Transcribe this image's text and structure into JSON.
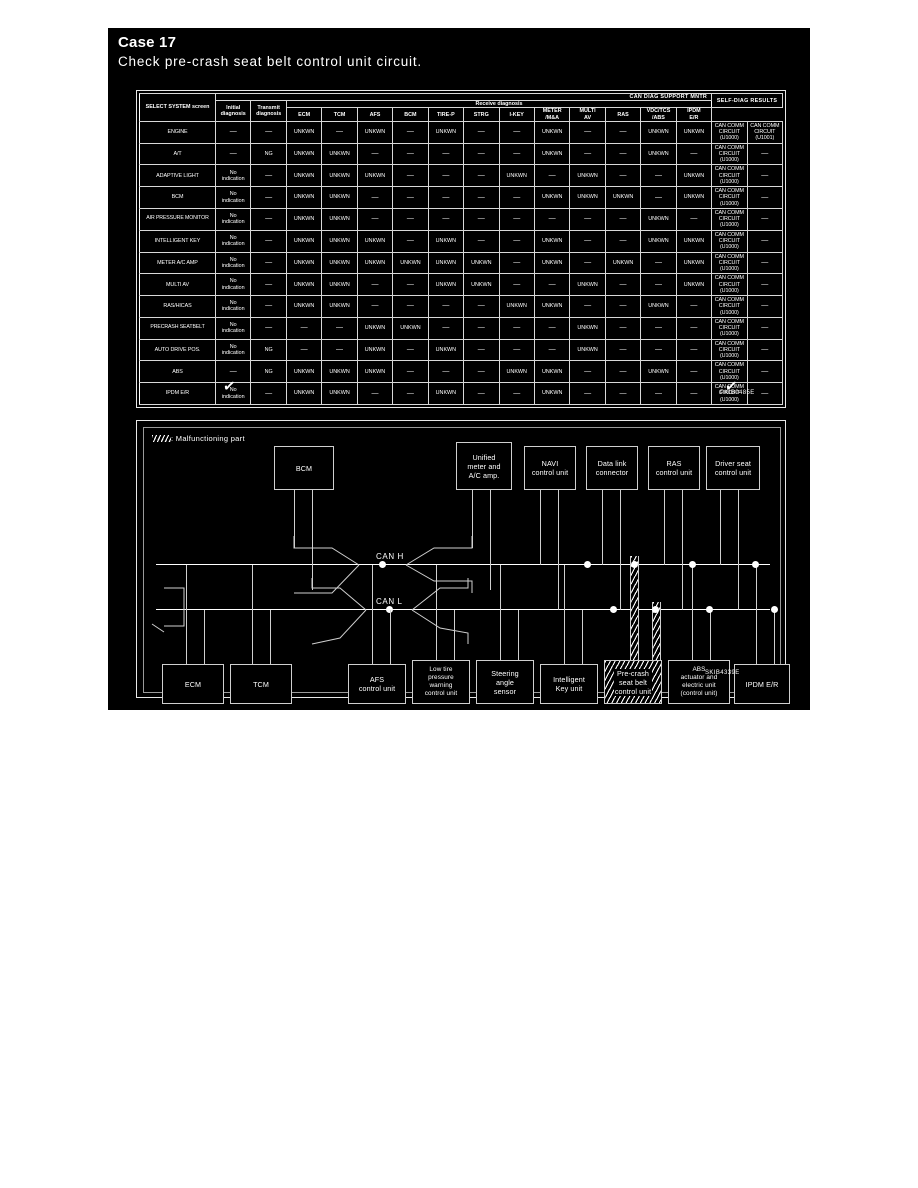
{
  "heading": {
    "case_title": "Case 17",
    "description": "Check pre-crash seat belt control unit circuit."
  },
  "table": {
    "reference_code": "PKIB0485E",
    "headers": {
      "system_col": "SELECT SYSTEM screen",
      "system_col_suffix": "screen",
      "can_diag_support_mntr": "CAN DIAG SUPPORT MNTR",
      "receive_diagnosis": "Receive diagnosis",
      "initial_diagnosis": "Initial diagnosis",
      "transmit_diagnosis": "Transmit diagnosis",
      "self_diag_results": "SELF-DIAG RESULTS",
      "receive_cols": [
        "ECM",
        "TCM",
        "AFS",
        "BCM",
        "TIRE-P",
        "STRG",
        "I-KEY",
        "METER /M&A",
        "MULTI AV",
        "RAS",
        "VDC/TCS /ABS",
        "IPDM E/R"
      ]
    },
    "values": {
      "dash": "—",
      "unknown": "UNKWN",
      "ng": "NG",
      "no_indication": "No indication",
      "can_comm_u1000": "CAN COMM CIRCUIT (U1000)",
      "can_comm_u1001": "CAN COMM CIRCUIT (U1001)"
    },
    "rows": [
      {
        "system": "ENGINE",
        "initial": "—",
        "transmit": "—",
        "receive": [
          "UNKWN",
          "—",
          "UNKWN",
          "—",
          "UNKWN",
          "—",
          "—",
          "UNKWN",
          "—",
          "—",
          "UNKWN",
          "UNKWN"
        ],
        "self_diag_1": "CAN COMM CIRCUIT (U1000)",
        "self_diag_2": "CAN COMM CIRCUIT (U1001)"
      },
      {
        "system": "A/T",
        "initial": "—",
        "transmit": "NG",
        "receive": [
          "UNKWN",
          "UNKWN",
          "—",
          "—",
          "—",
          "—",
          "—",
          "UNKWN",
          "—",
          "—",
          "UNKWN",
          "—"
        ],
        "self_diag_1": "CAN COMM CIRCUIT (U1000)",
        "self_diag_2": "—"
      },
      {
        "system": "ADAPTIVE LIGHT",
        "initial": "No indication",
        "transmit": "—",
        "receive": [
          "UNKWN",
          "UNKWN",
          "UNKWN",
          "—",
          "—",
          "—",
          "UNKWN",
          "—",
          "UNKWN",
          "—",
          "—",
          "UNKWN"
        ],
        "self_diag_1": "CAN COMM CIRCUIT (U1000)",
        "self_diag_2": "—"
      },
      {
        "system": "BCM",
        "initial": "No indication",
        "transmit": "—",
        "receive": [
          "UNKWN",
          "UNKWN",
          "—",
          "—",
          "—",
          "—",
          "—",
          "UNKWN",
          "UNKWN",
          "UNKWN",
          "—",
          "UNKWN"
        ],
        "self_diag_1": "CAN COMM CIRCUIT (U1000)",
        "self_diag_2": "—"
      },
      {
        "system": "AIR PRESSURE MONITOR",
        "initial": "No indication",
        "transmit": "—",
        "receive": [
          "UNKWN",
          "UNKWN",
          "—",
          "—",
          "—",
          "—",
          "—",
          "—",
          "—",
          "—",
          "UNKWN",
          "—"
        ],
        "self_diag_1": "CAN COMM CIRCUIT (U1000)",
        "self_diag_2": "—"
      },
      {
        "system": "INTELLIGENT KEY",
        "initial": "No indication",
        "transmit": "—",
        "receive": [
          "UNKWN",
          "UNKWN",
          "UNKWN",
          "—",
          "UNKWN",
          "—",
          "—",
          "UNKWN",
          "—",
          "—",
          "UNKWN",
          "UNKWN"
        ],
        "self_diag_1": "CAN COMM CIRCUIT (U1000)",
        "self_diag_2": "—"
      },
      {
        "system": "METER A/C AMP",
        "initial": "No indication",
        "transmit": "—",
        "receive": [
          "UNKWN",
          "UNKWN",
          "UNKWN",
          "UNKWN",
          "UNKWN",
          "UNKWN",
          "—",
          "UNKWN",
          "—",
          "UNKWN",
          "—",
          "UNKWN"
        ],
        "self_diag_1": "CAN COMM CIRCUIT (U1000)",
        "self_diag_2": "—"
      },
      {
        "system": "MULTI AV",
        "initial": "No indication",
        "transmit": "—",
        "receive": [
          "UNKWN",
          "UNKWN",
          "—",
          "—",
          "UNKWN",
          "UNKWN",
          "—",
          "—",
          "UNKWN",
          "—",
          "—",
          "UNKWN"
        ],
        "self_diag_1": "CAN COMM CIRCUIT (U1000)",
        "self_diag_2": "—"
      },
      {
        "system": "RAS/HICAS",
        "initial": "No indication",
        "transmit": "—",
        "receive": [
          "UNKWN",
          "UNKWN",
          "—",
          "—",
          "—",
          "—",
          "UNKWN",
          "UNKWN",
          "—",
          "—",
          "UNKWN",
          "—"
        ],
        "self_diag_1": "CAN COMM CIRCUIT (U1000)",
        "self_diag_2": "—"
      },
      {
        "system": "PRECRASH SEATBELT",
        "initial": "No indication",
        "transmit": "—",
        "receive": [
          "—",
          "—",
          "UNKWN",
          "UNKWN",
          "—",
          "—",
          "—",
          "—",
          "UNKWN",
          "—",
          "—",
          "—"
        ],
        "self_diag_1": "CAN COMM CIRCUIT (U1000)",
        "self_diag_2": "—"
      },
      {
        "system": "AUTO DRIVE POS.",
        "initial": "No indication",
        "transmit": "NG",
        "receive": [
          "—",
          "—",
          "UNKWN",
          "—",
          "UNKWN",
          "—",
          "—",
          "—",
          "UNKWN",
          "—",
          "—",
          "—"
        ],
        "self_diag_1": "CAN COMM CIRCUIT (U1000)",
        "self_diag_2": "—"
      },
      {
        "system": "ABS",
        "initial": "—",
        "transmit": "NG",
        "receive": [
          "UNKWN",
          "UNKWN",
          "UNKWN",
          "—",
          "—",
          "—",
          "UNKWN",
          "UNKWN",
          "—",
          "—",
          "UNKWN",
          "—"
        ],
        "self_diag_1": "CAN COMM CIRCUIT (U1000)",
        "self_diag_2": "—"
      },
      {
        "system": "IPDM E/R",
        "initial": "No indication",
        "transmit": "—",
        "receive": [
          "UNKWN",
          "UNKWN",
          "—",
          "—",
          "UNKWN",
          "—",
          "—",
          "UNKWN",
          "—",
          "—",
          "—",
          "—"
        ],
        "self_diag_1": "CAN COMM CIRCUIT (U1000)",
        "self_diag_2": "—"
      }
    ]
  },
  "diagram": {
    "reference_code": "SKIB4339E",
    "legend_text": ": Malfunctioning part",
    "bus_labels": {
      "can_h": "CAN H",
      "can_l": "CAN L"
    },
    "top_units": [
      {
        "name": "BCM",
        "lines": [
          "BCM"
        ]
      },
      {
        "name": "unified-meter-ac-amp",
        "lines": [
          "Unified",
          "meter and",
          "A/C amp."
        ]
      },
      {
        "name": "navi-control-unit",
        "lines": [
          "NAVI",
          "control unit"
        ]
      },
      {
        "name": "data-link-connector",
        "lines": [
          "Data link",
          "connector"
        ]
      },
      {
        "name": "ras-control-unit",
        "lines": [
          "RAS",
          "control unit"
        ]
      },
      {
        "name": "driver-seat-control-unit",
        "lines": [
          "Driver seat",
          "control unit"
        ]
      }
    ],
    "bottom_units": [
      {
        "name": "ecm",
        "lines": [
          "ECM"
        ],
        "malfunctioning": false
      },
      {
        "name": "tcm",
        "lines": [
          "TCM"
        ],
        "malfunctioning": false
      },
      {
        "name": "afs-control-unit",
        "lines": [
          "AFS",
          "control unit"
        ],
        "malfunctioning": false
      },
      {
        "name": "low-tire-pressure-warning-control-unit",
        "lines": [
          "Low tire",
          "pressure",
          "warning",
          "control unit"
        ],
        "malfunctioning": false
      },
      {
        "name": "steering-angle-sensor",
        "lines": [
          "Steering",
          "angle",
          "sensor"
        ],
        "malfunctioning": false
      },
      {
        "name": "intelligent-key-unit",
        "lines": [
          "Intelligent",
          "Key unit"
        ],
        "malfunctioning": false
      },
      {
        "name": "pre-crash-seat-belt-control-unit",
        "lines": [
          "Pre-crash",
          "seat belt",
          "control unit"
        ],
        "malfunctioning": true
      },
      {
        "name": "abs-actuator-and-electric-unit",
        "lines": [
          "ABS",
          "actuator and",
          "electric unit",
          "(control unit)"
        ],
        "malfunctioning": false
      },
      {
        "name": "ipdm-er",
        "lines": [
          "IPDM E/R"
        ],
        "malfunctioning": false
      }
    ]
  }
}
